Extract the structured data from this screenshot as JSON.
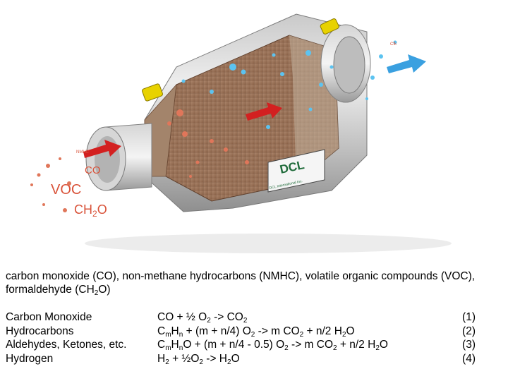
{
  "diagram": {
    "outlet_label": "Cfk",
    "inlet_label": "NMHC",
    "pollutants": [
      "CO",
      "VOC",
      "CH2O"
    ],
    "logo_text": "DCL",
    "logo_subtext": "DCL International Inc.",
    "colors": {
      "arrow_in": "#d32020",
      "arrow_out": "#3aa0e0",
      "pollutant_text": "#d9533a",
      "catalyst": "#9b7055"
    }
  },
  "caption": {
    "part1": "carbon monoxide (CO), non-methane hydrocarbons (NMHC), volatile organic compounds (VOC), formaldehyde (CH",
    "sub": "2",
    "part2": "O)"
  },
  "reactions": [
    {
      "name": "Carbon Monoxide",
      "equation": [
        [
          "CO + ½ O",
          ""
        ],
        [
          "2",
          1
        ],
        [
          " ->  CO",
          ""
        ],
        [
          "2",
          1
        ]
      ],
      "number": "(1)"
    },
    {
      "name": "Hydrocarbons",
      "equation": [
        [
          "C",
          ""
        ],
        [
          "m",
          1
        ],
        [
          "H",
          ""
        ],
        [
          "n",
          1
        ],
        [
          " + (m + n/4) O",
          ""
        ],
        [
          "2",
          1
        ],
        [
          " ->  m CO",
          ""
        ],
        [
          "2",
          1
        ],
        [
          " + n/2 H",
          ""
        ],
        [
          "2",
          1
        ],
        [
          "O",
          ""
        ]
      ],
      "number": "(2)"
    },
    {
      "name": "Aldehydes, Ketones, etc.",
      "equation": [
        [
          "C",
          ""
        ],
        [
          "m",
          1
        ],
        [
          "H",
          ""
        ],
        [
          "n",
          1
        ],
        [
          "O + (m + n/4 - 0.5) O",
          ""
        ],
        [
          "2",
          1
        ],
        [
          " ->  m CO",
          ""
        ],
        [
          "2",
          1
        ],
        [
          " + n/2 H",
          ""
        ],
        [
          "2",
          1
        ],
        [
          "O",
          ""
        ]
      ],
      "number": "(3)"
    },
    {
      "name": "Hydrogen",
      "equation": [
        [
          "H",
          ""
        ],
        [
          "2",
          1
        ],
        [
          " + ½O",
          ""
        ],
        [
          "2",
          1
        ],
        [
          " ->  H",
          ""
        ],
        [
          "2",
          1
        ],
        [
          "O",
          ""
        ]
      ],
      "number": "(4)"
    }
  ]
}
